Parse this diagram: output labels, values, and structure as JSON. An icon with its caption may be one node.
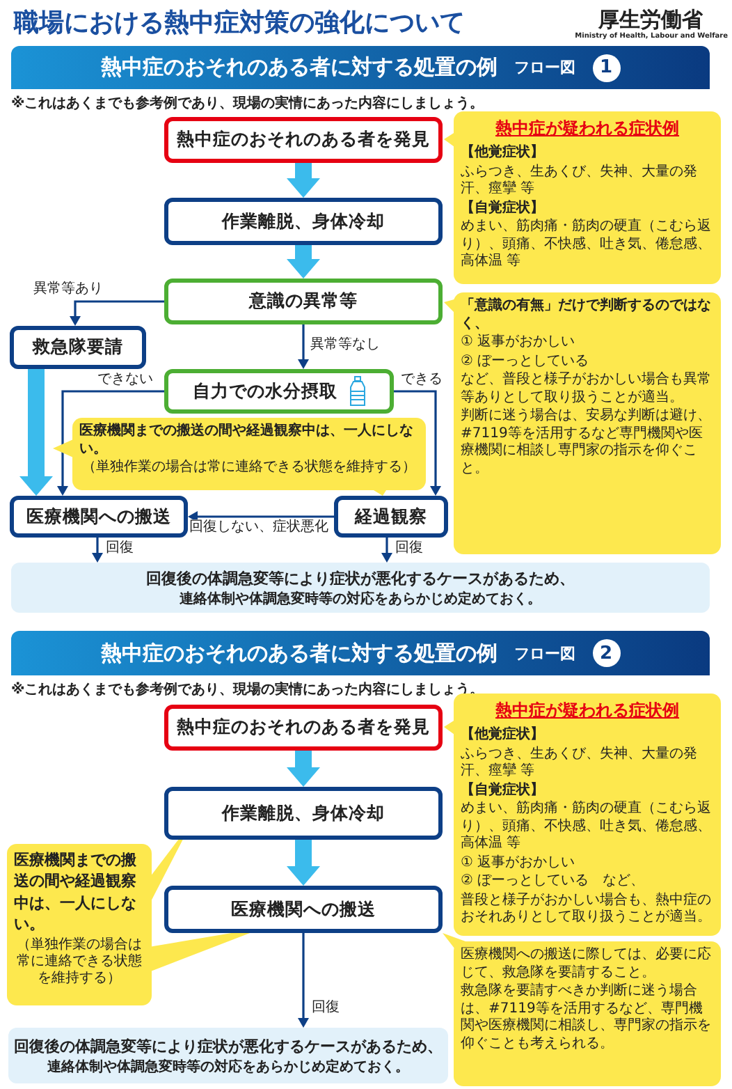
{
  "diagram": {
    "title": "職場における熱中症対策の強化について",
    "nodes": [
      {
        "text": [
          "熱中症のおそれのある者に対する処置の例",
          "フロー図",
          "1"
        ]
      },
      {
        "text": [
          "熱中症のおそれのある者を発見"
        ]
      },
      {
        "text": [
          "熱中症が疑われる症状例",
          "【他覚症状】",
          "ふらつき、生あくび、失神、大量の発汗、痙攣 等",
          "【自覚症状】",
          "めまい、筋肉痛・筋肉の硬直（こむら返り）、頭痛、不快感、吐き気、倦怠感、高体温 等"
        ]
      },
      {
        "text": [
          "作業離脱、身体冷却"
        ]
      },
      {
        "text": [
          "意識の異常等"
        ]
      },
      {
        "text": [
          "「意識の有無」だけで判断するのではなく、",
          "① 返事がおかしい",
          "② ぼーっとしている",
          "など、普段と様子がおかしい場合も異常等ありとして取り扱うことが適当。",
          "判断に迷う場合は、安易な判断は避け、#7119等を活用するなど専門機関や医療機関に相談し専門家の指示を仰ぐこと。"
        ]
      },
      {
        "text": [
          "救急隊要請"
        ]
      },
      {
        "text": [
          "自力での水分摂取"
        ]
      },
      {
        "text": [
          "医療機関までの搬送の間や経過観察中は、一人にしない。",
          "（単独作業の場合は常に連絡できる状態を維持する）"
        ]
      },
      {
        "text": [
          "医療機関への搬送"
        ]
      },
      {
        "text": [
          "経過観察"
        ]
      },
      {
        "text": [
          "回復後の体調急変等により症状が悪化するケースがあるため、",
          "連絡体制や体調急変時等の対応をあらかじめ定めておく。"
        ]
      },
      {
        "text": [
          "熱中症のおそれのある者に対する処置の例",
          "フロー図",
          "2"
        ]
      },
      {
        "text": [
          "熱中症のおそれのある者を発見"
        ]
      },
      {
        "text": [
          "熱中症が疑われる症状例",
          "【他覚症状】",
          "ふらつき、生あくび、失神、大量の発汗、痙攣 等",
          "【自覚症状】",
          "めまい、筋肉痛・筋肉の硬直（こむら返り）、頭痛、不快感、吐き気、倦怠感、高体温 等",
          "① 返事がおかしい",
          "② ぼーっとしている　など、",
          "普段と様子がおかしい場合も、熱中症のおそれありとして取り扱うことが適当。"
        ]
      },
      {
        "text": [
          "作業離脱、身体冷却"
        ]
      },
      {
        "text": [
          "医療機関への搬送"
        ]
      },
      {
        "text": [
          "医療機関までの搬送の間や経過観察中は、一人にしない。",
          "（単独作業の場合は常に連絡できる状態を維持する）"
        ]
      },
      {
        "text": [
          "医療機関への搬送に際しては、必要に応じて、救急隊を要請すること。",
          "救急隊を要請すべきか判断に迷う場合は、#7119等を活用するなど、専門機関や医療機関に相談し、専門家の指示を仰ぐことも考えられる。"
        ]
      },
      {
        "text": [
          "回復後の体調急変等により症状が悪化するケースがあるため、",
          "連絡体制や体調急変時等の対応をあらかじめ定めておく。"
        ]
      }
    ],
    "edges": [
      {
        "from": 1,
        "to": 3,
        "arrow": "to",
        "style": "thick",
        "color": "#3bbbec"
      },
      {
        "from": 3,
        "to": 4,
        "arrow": "to",
        "style": "thick",
        "color": "#3bbbec"
      },
      {
        "from": 4,
        "to": 6,
        "arrow": "to",
        "label": "異常等あり"
      },
      {
        "from": 4,
        "to": 7,
        "arrow": "to",
        "label": "異常等なし"
      },
      {
        "from": 6,
        "to": 9,
        "arrow": "to",
        "style": "thick",
        "color": "#3bbbec"
      },
      {
        "from": 7,
        "to": 9,
        "arrow": "to",
        "label": "できない"
      },
      {
        "from": 7,
        "to": 10,
        "arrow": "to",
        "label": "できる"
      },
      {
        "from": 10,
        "to": 9,
        "arrow": "to",
        "label": "回復しない、症状悪化"
      },
      {
        "from": 9,
        "to": 11,
        "arrow": "to",
        "label": "回復"
      },
      {
        "from": 10,
        "to": 11,
        "arrow": "to",
        "label": "回復"
      },
      {
        "from": 13,
        "to": 15,
        "arrow": "to",
        "style": "thick",
        "color": "#3bbbec"
      },
      {
        "from": 15,
        "to": 16,
        "arrow": "to",
        "style": "thick",
        "color": "#3bbbec"
      },
      {
        "from": 16,
        "to": 19,
        "arrow": "to",
        "label": "回復"
      }
    ],
    "labels": [
      "厚生労働省",
      "Ministry of Health, Labour and Welfare",
      "※これはあくまでも参考例であり、現場の実情にあった内容にしましょう。",
      "※これはあくまでも参考例であり、現場の実情にあった内容にしましょう。"
    ]
  }
}
